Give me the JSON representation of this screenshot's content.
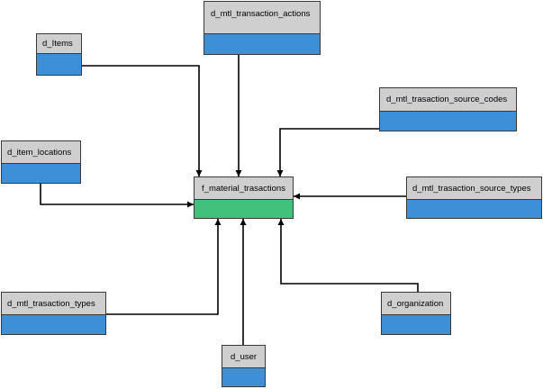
{
  "diagram": {
    "fact": {
      "id": "fact",
      "label": "f_material_trasactions"
    },
    "dimensions": [
      {
        "id": "d_items",
        "label": "d_Items"
      },
      {
        "id": "actions",
        "label": "d_mtl_transaction_actions"
      },
      {
        "id": "source_codes",
        "label": "d_mtl_trasaction_source_codes"
      },
      {
        "id": "item_locations",
        "label": "d_item_locations"
      },
      {
        "id": "source_types",
        "label": "d_mtl_trasaction_source_types"
      },
      {
        "id": "trans_types",
        "label": "d_mtl_trasaction_types"
      },
      {
        "id": "organization",
        "label": "d_organization"
      },
      {
        "id": "user",
        "label": "d_user"
      }
    ],
    "edges": [
      {
        "from": "d_items",
        "to": "fact"
      },
      {
        "from": "actions",
        "to": "fact"
      },
      {
        "from": "source_codes",
        "to": "fact"
      },
      {
        "from": "item_locations",
        "to": "fact"
      },
      {
        "from": "source_types",
        "to": "fact"
      },
      {
        "from": "trans_types",
        "to": "fact"
      },
      {
        "from": "organization",
        "to": "fact"
      },
      {
        "from": "user",
        "to": "fact"
      }
    ],
    "colors": {
      "header": "#cfcfcf",
      "dimension_body": "#3d8fd6",
      "fact_body": "#41c27a",
      "line": "#000000"
    }
  }
}
